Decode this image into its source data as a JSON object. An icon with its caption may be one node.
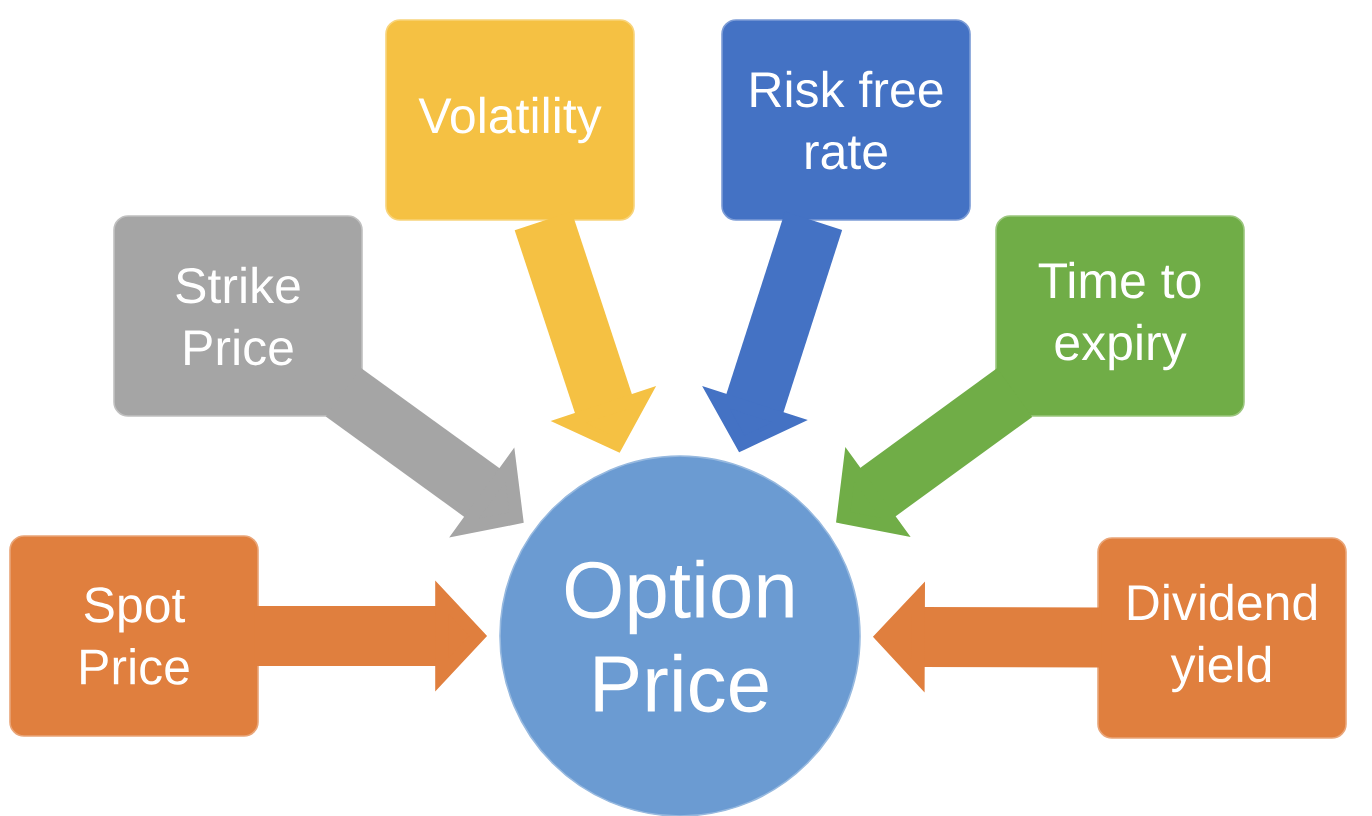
{
  "diagram": {
    "nodes": [
      {
        "text": [
          "Volatility"
        ]
      },
      {
        "text": [
          "Risk free rate"
        ]
      },
      {
        "text": [
          "Strike Price"
        ]
      },
      {
        "text": [
          "Time to expiry"
        ]
      },
      {
        "text": [
          "Spot Price"
        ]
      },
      {
        "text": [
          "Option Price"
        ]
      },
      {
        "text": [
          "Dividend yield"
        ]
      }
    ],
    "edges": [
      {
        "from": 0,
        "to": 5,
        "arrow": "to",
        "color": "#f5c143"
      },
      {
        "from": 1,
        "to": 5,
        "arrow": "to",
        "color": "#4472c4"
      },
      {
        "from": 2,
        "to": 5,
        "arrow": "to",
        "color": "#a5a5a5"
      },
      {
        "from": 3,
        "to": 5,
        "arrow": "to",
        "color": "#70ad47"
      },
      {
        "from": 4,
        "to": 5,
        "arrow": "to",
        "color": "#e07f3e"
      },
      {
        "from": 6,
        "to": 5,
        "arrow": "to",
        "color": "#e07f3e"
      }
    ]
  }
}
